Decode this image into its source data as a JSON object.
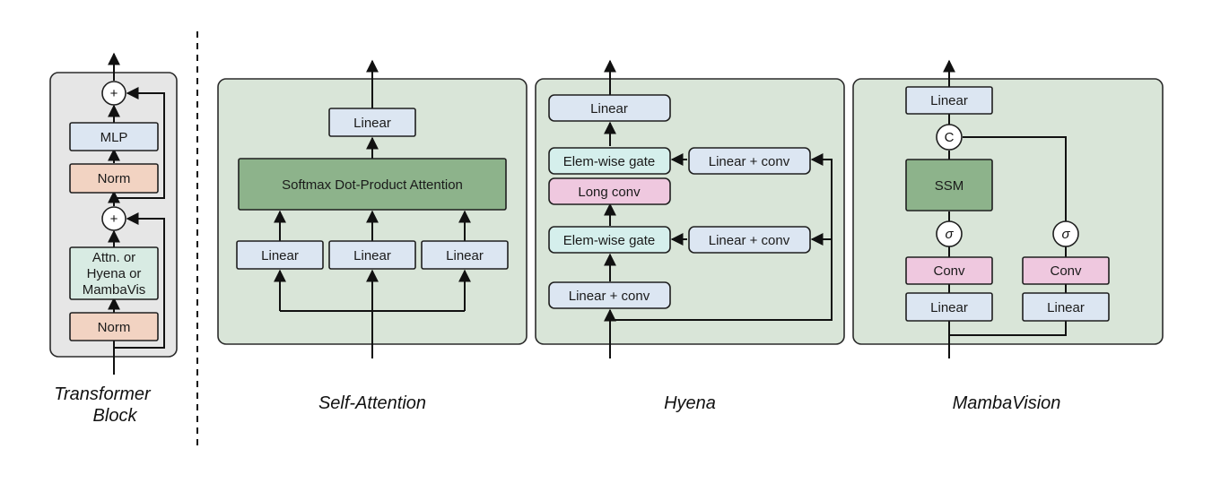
{
  "colors": {
    "linear_fill": "#dce6f2",
    "norm_fill": "#f2d3c2",
    "attn_fill": "#d8ebe3",
    "gate_fill": "#d5efec",
    "longconv_fill": "#efc8df",
    "conv_fill": "#efc8df",
    "softmax_fill": "#8db38b",
    "ssm_fill": "#8db38b",
    "outer_panel_fill": "#e6e6e6",
    "panel_fill": "#d9e5d8"
  },
  "transformer_block": {
    "caption_line1": "Transformer",
    "caption_line2": "Block",
    "plus_top": "+",
    "mlp": "MLP",
    "norm_top": "Norm",
    "plus_bottom": "+",
    "mixer_line1": "Attn. or",
    "mixer_line2": "Hyena or",
    "mixer_line3": "MambaVis",
    "norm_bottom": "Norm"
  },
  "self_attention": {
    "caption": "Self-Attention",
    "linear_out": "Linear",
    "softmax": "Softmax Dot-Product Attention",
    "linear_q": "Linear",
    "linear_k": "Linear",
    "linear_v": "Linear"
  },
  "hyena": {
    "caption": "Hyena",
    "linear_out": "Linear",
    "gate_top": "Elem-wise gate",
    "linconv_top": "Linear + conv",
    "long_conv": "Long conv",
    "gate_bottom": "Elem-wise gate",
    "linconv_mid": "Linear + conv",
    "linconv_in": "Linear + conv"
  },
  "mambavision": {
    "caption": "MambaVision",
    "linear_out": "Linear",
    "concat": "C",
    "ssm": "SSM",
    "sigma_left": "σ",
    "sigma_right": "σ",
    "conv_left": "Conv",
    "conv_right": "Conv",
    "linear_left": "Linear",
    "linear_right": "Linear"
  }
}
